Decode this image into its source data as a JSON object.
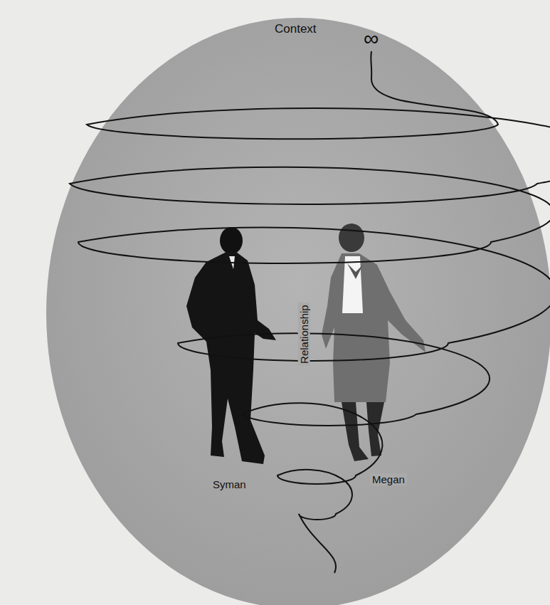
{
  "diagram": {
    "nodes": [
      {
        "text": [
          "Context"
        ]
      }
    ],
    "labels": [
      "∞",
      "Relationship",
      "Syman",
      "Megan"
    ]
  }
}
